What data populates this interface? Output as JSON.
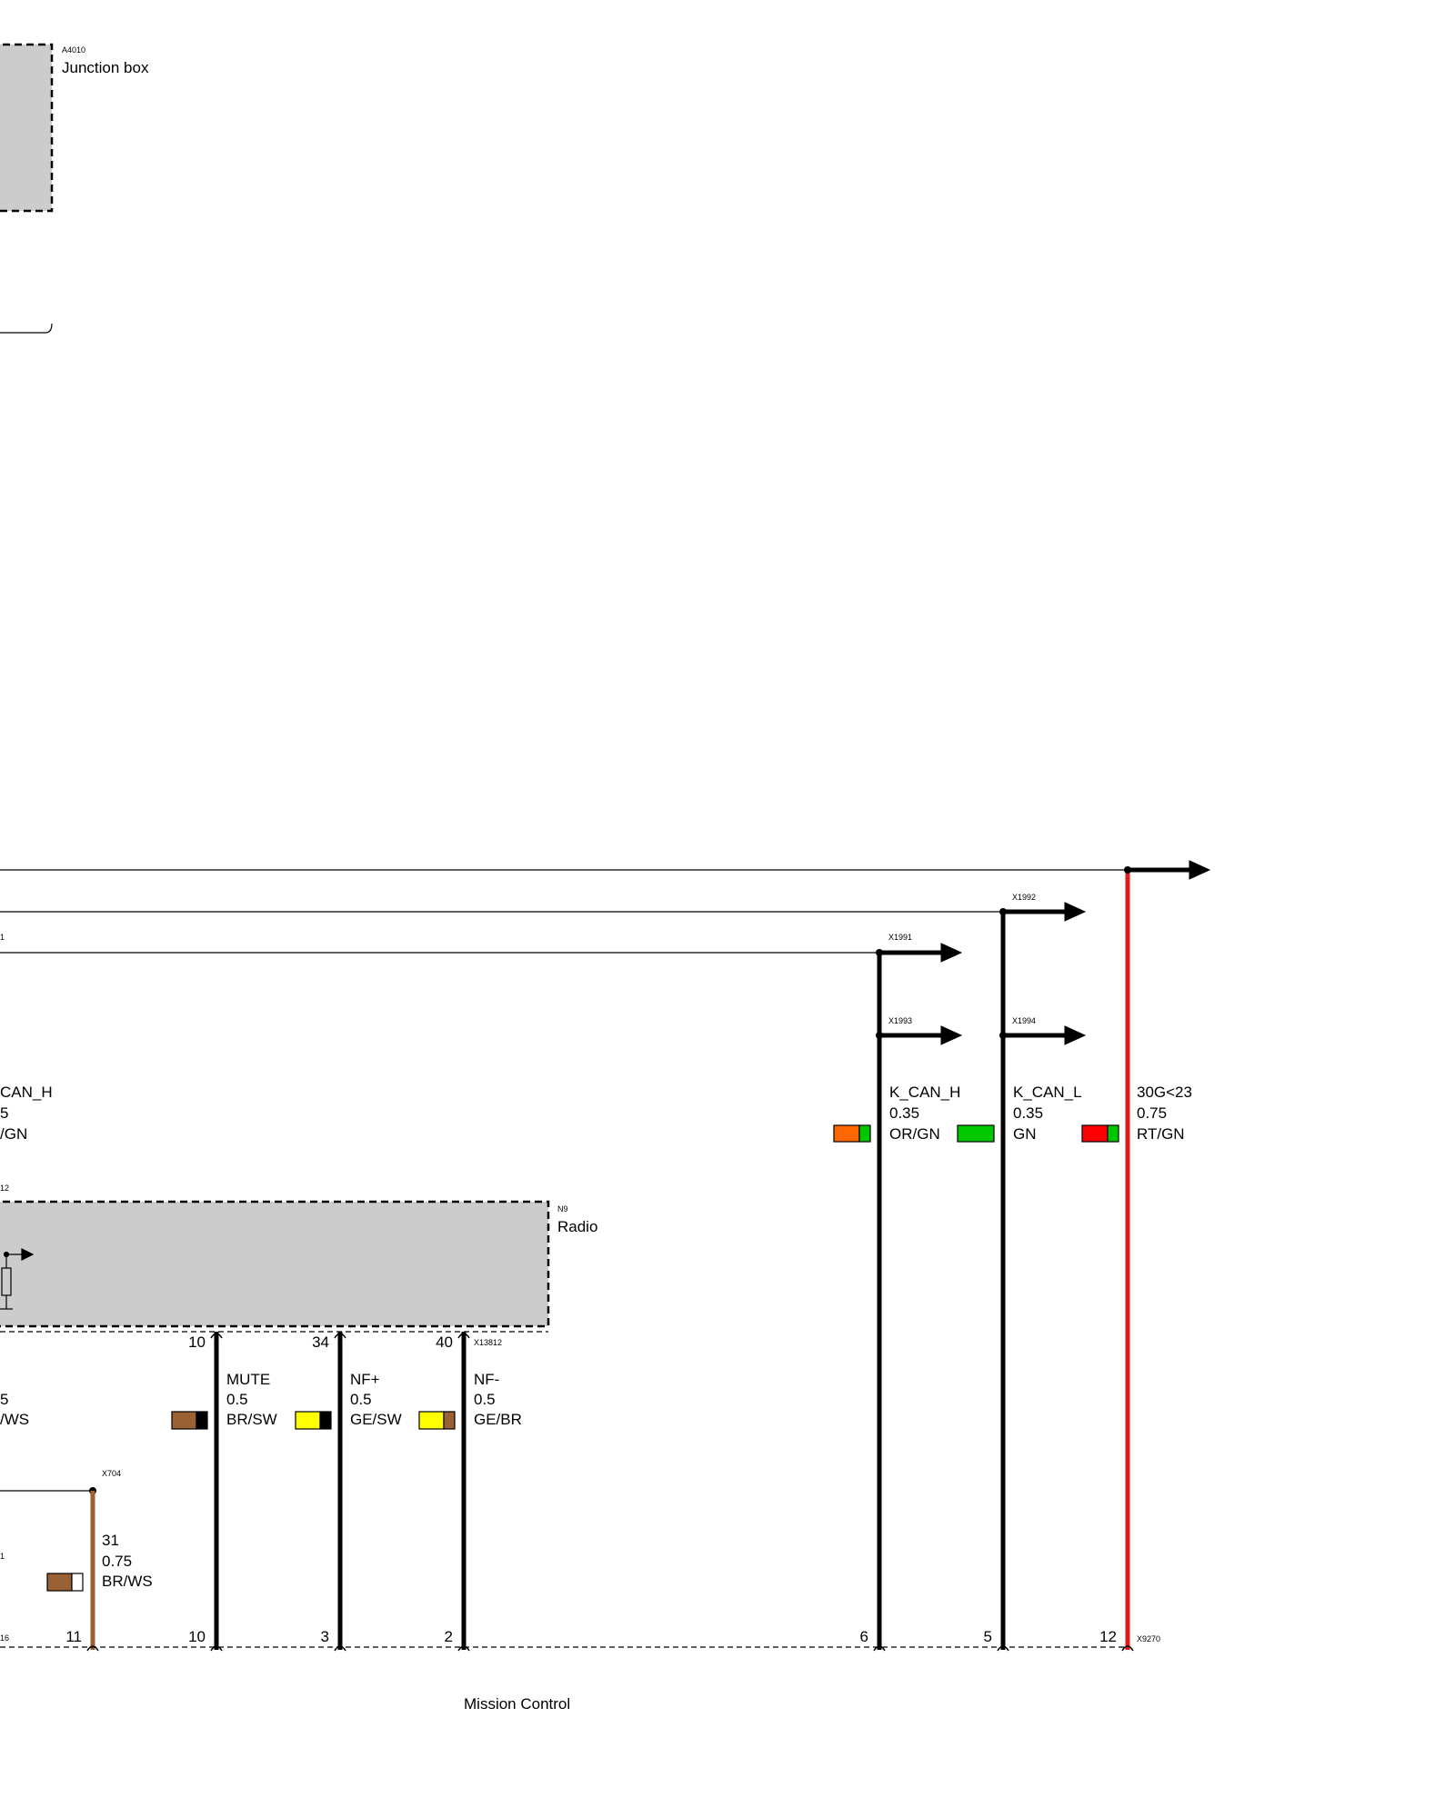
{
  "junction_box": {
    "code": "A4010",
    "name": "Junction box"
  },
  "radio": {
    "code": "N9",
    "name": "Radio",
    "connector": "X13812"
  },
  "mission_control": {
    "name": "Mission Control",
    "connector": "X9270"
  },
  "top_connectors": [
    "X1992",
    "X1991",
    "X1993",
    "X1994"
  ],
  "left_partial_wire": {
    "name_fragment": "CAN_H",
    "size_fragment": "5",
    "color_fragment": "/GN",
    "connector_fragment": "12"
  },
  "left_partial_wire2": {
    "size_fragment": "5",
    "color_fragment": "/WS"
  },
  "partial_labels": {
    "a": "1",
    "b": "1",
    "c": "16"
  },
  "ground": {
    "connector": "X704",
    "name": "31",
    "size": "0.75",
    "color": "BR/WS",
    "pin_bottom": "11"
  },
  "wires": [
    {
      "name": "MUTE",
      "size": "0.5",
      "color": "BR/SW",
      "pin_top": "10",
      "pin_bottom": "10",
      "swatch": [
        "#9a6234",
        "#000000"
      ]
    },
    {
      "name": "NF+",
      "size": "0.5",
      "color": "GE/SW",
      "pin_top": "34",
      "pin_bottom": "3",
      "swatch": [
        "#ffff00",
        "#000000"
      ]
    },
    {
      "name": "NF-",
      "size": "0.5",
      "color": "GE/BR",
      "pin_top": "40",
      "pin_bottom": "2",
      "swatch": [
        "#ffff00",
        "#9a6234"
      ]
    },
    {
      "name": "K_CAN_H",
      "size": "0.35",
      "color": "OR/GN",
      "pin_bottom": "6",
      "swatch": [
        "#ff6600",
        "#00c800"
      ]
    },
    {
      "name": "K_CAN_L",
      "size": "0.35",
      "color": "GN",
      "pin_bottom": "5",
      "swatch": [
        "#00c800",
        "#00c800"
      ]
    },
    {
      "name": "30G<23",
      "size": "0.75",
      "color": "RT/GN",
      "pin_bottom": "12",
      "swatch": [
        "#ff0000",
        "#00c800"
      ]
    }
  ],
  "colors": {
    "brown": "#9a6234",
    "red": "#e11b1b",
    "box_fill": "#cccccc"
  }
}
